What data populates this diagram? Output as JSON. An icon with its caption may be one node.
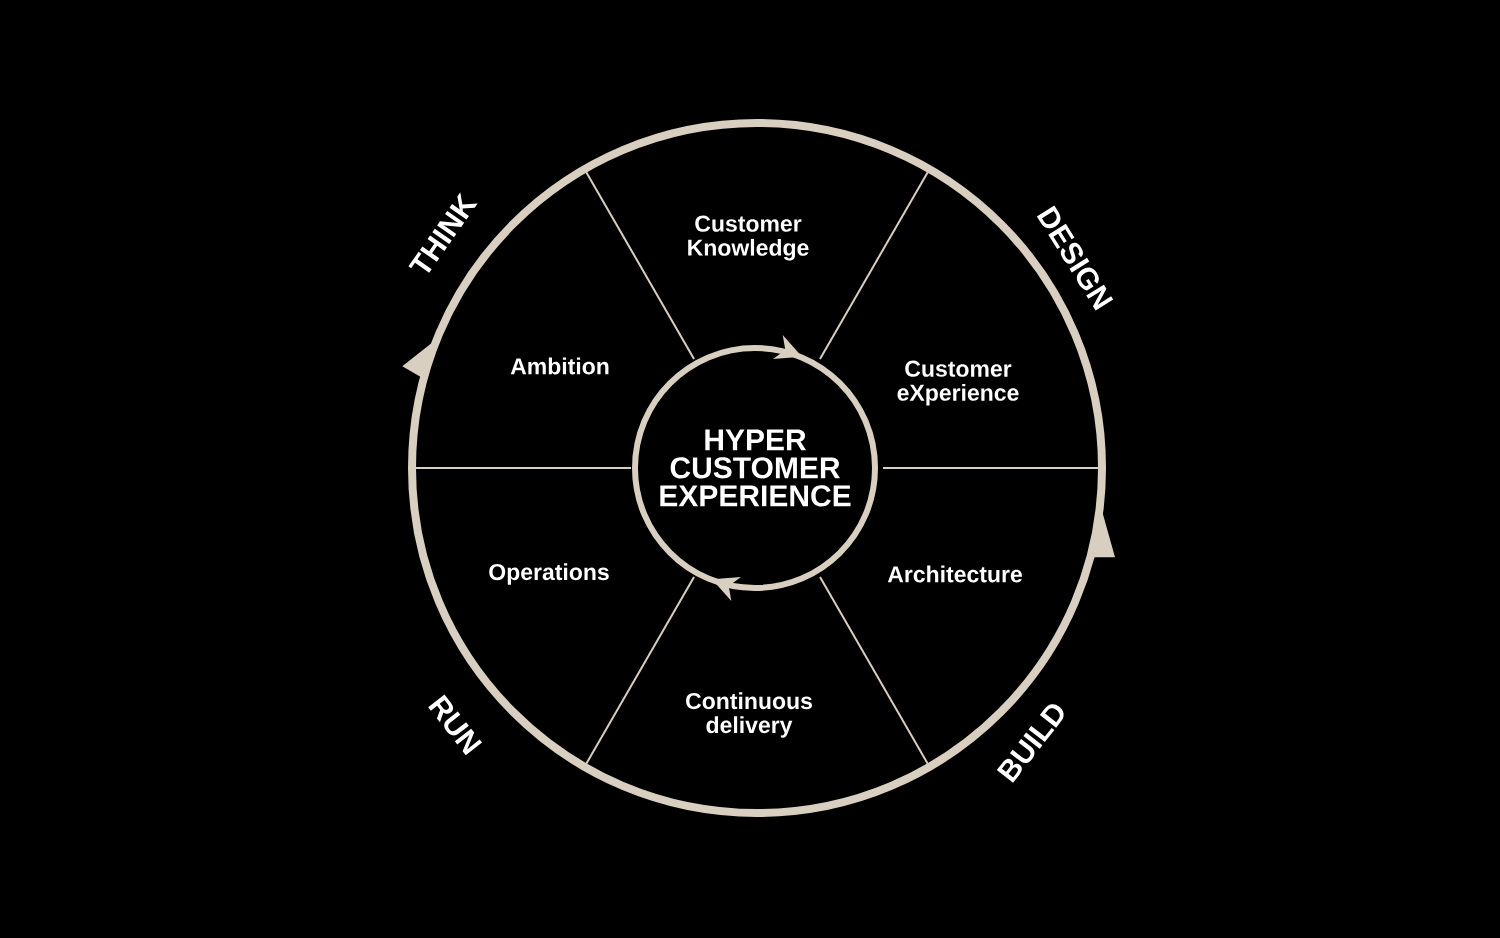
{
  "diagram": {
    "nodes": [
      {
        "text": [
          "HYPER CUSTOMER EXPERIENCE"
        ]
      },
      {
        "text": [
          "Customer Knowledge"
        ]
      },
      {
        "text": [
          "Customer eXperience"
        ]
      },
      {
        "text": [
          "Architecture"
        ]
      },
      {
        "text": [
          "Continuous delivery"
        ]
      },
      {
        "text": [
          "Operations"
        ]
      },
      {
        "text": [
          "Ambition"
        ]
      }
    ],
    "labels": [
      "THINK",
      "DESIGN",
      "BUILD",
      "RUN"
    ]
  }
}
